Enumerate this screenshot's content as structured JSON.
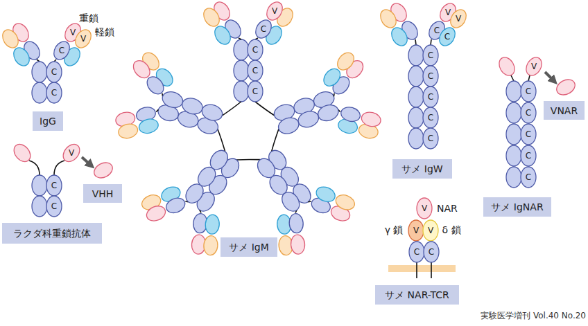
{
  "diagram": {
    "nodes": [
      {
        "text": [
          "V"
        ]
      },
      {
        "text": [
          "V"
        ]
      },
      {
        "text": [
          "C"
        ]
      },
      {
        "text": [
          "C"
        ]
      },
      {
        "text": [
          "C"
        ]
      },
      {
        "text": [
          "IgG"
        ]
      },
      {
        "text": [
          "V"
        ]
      },
      {
        "text": [
          "C"
        ]
      },
      {
        "text": [
          "C"
        ]
      },
      {
        "text": [
          "VHH"
        ]
      },
      {
        "text": [
          "ラクダ科重鎖抗体"
        ]
      },
      {
        "text": [
          "V"
        ]
      },
      {
        "text": [
          "C"
        ]
      },
      {
        "text": [
          "C"
        ]
      },
      {
        "text": [
          "C"
        ]
      },
      {
        "text": [
          "C"
        ]
      },
      {
        "text": [
          "サメ IgM"
        ]
      },
      {
        "text": [
          "V"
        ]
      },
      {
        "text": [
          "V"
        ]
      },
      {
        "text": [
          "C"
        ]
      },
      {
        "text": [
          "C"
        ]
      },
      {
        "text": [
          "C"
        ]
      },
      {
        "text": [
          "C"
        ]
      },
      {
        "text": [
          "C"
        ]
      },
      {
        "text": [
          "C"
        ]
      },
      {
        "text": [
          "C"
        ]
      },
      {
        "text": [
          "サメ IgW"
        ]
      },
      {
        "text": [
          "V"
        ]
      },
      {
        "text": [
          "C"
        ]
      },
      {
        "text": [
          "C"
        ]
      },
      {
        "text": [
          "C"
        ]
      },
      {
        "text": [
          "C"
        ]
      },
      {
        "text": [
          "C"
        ]
      },
      {
        "text": [
          "VNAR"
        ]
      },
      {
        "text": [
          "サメ IgNAR"
        ]
      },
      {
        "text": [
          "V"
        ]
      },
      {
        "text": [
          "V"
        ]
      },
      {
        "text": [
          "V"
        ]
      },
      {
        "text": [
          "C"
        ]
      },
      {
        "text": [
          "C"
        ]
      },
      {
        "text": [
          "サメ NAR-TCR"
        ]
      }
    ],
    "labels": [
      "重鎖",
      "軽鎖",
      "NAR",
      "γ 鎖",
      "δ 鎖",
      "実験医学増刊 Vol.40 No.20"
    ]
  }
}
